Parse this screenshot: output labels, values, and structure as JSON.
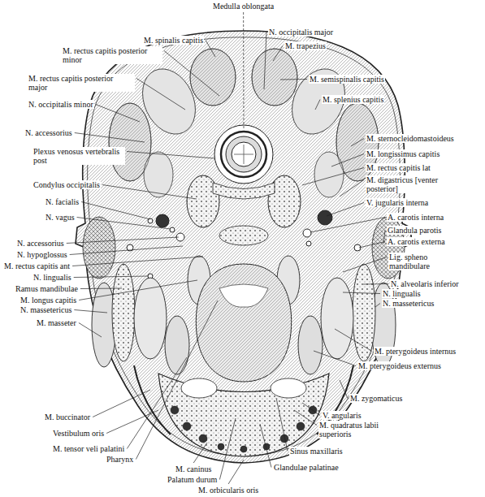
{
  "diagram": {
    "labels": [
      "Medulla oblongata",
      "M. spinalis capitis",
      "M. rectus capitis posterior minor",
      "M. rectus capitis posterior major",
      "N. occipitalis minor",
      "N. accessorius",
      "Plexus venosus vertebralis post",
      "Condylus occipitalis",
      "N. facialis",
      "N. vagus",
      "N. accessorius",
      "N. hypoglossus",
      "M. rectus capitis ant",
      "N. lingualis",
      "Ramus mandibulae",
      "M. longus capitis",
      "N. massetericus",
      "M. masseter",
      "M. buccinator",
      "Vestibulum oris",
      "M. tensor veli palatini",
      "Pharynx",
      "M. caninus",
      "Palatum durum",
      "M. orbicularis oris",
      "N. occipitalis major",
      "M. trapezius",
      "M. semispinalis capitis",
      "M. splenius capitis",
      "M. sternocleidomastoideus",
      "M. longissimus capitis",
      "M. rectus capitis lat",
      "M. digastricus [venter posterior]",
      "V. jugularis interna",
      "A. carotis interna",
      "Glandula parotis",
      "A. carotis externa",
      "Lig. spheno mandibulare",
      "N. alveolaris inferior",
      "N. lingualis",
      "N. massetericus",
      "M. pterygoideus internus",
      "M. pterygoideus externus",
      "M. zygomaticus",
      "V. angularis",
      "M. quadratus labii superioris",
      "Sinus maxillaris",
      "Glandulae palatinae"
    ]
  }
}
